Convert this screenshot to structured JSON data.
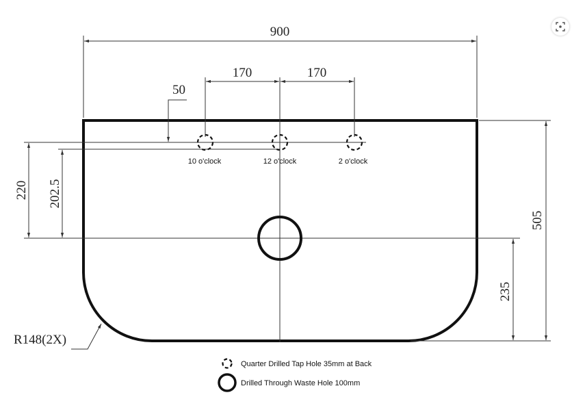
{
  "dimensions": {
    "overall_width": "900",
    "tap_spacing_left": "170",
    "tap_spacing_right": "170",
    "back_offset": "50",
    "tap_to_waste": "220",
    "waste_offset": "202.5",
    "overall_depth": "505",
    "waste_to_front": "235",
    "corner_radius": "R148(2X)"
  },
  "tap_holes": [
    {
      "label": "10 o'clock"
    },
    {
      "label": "12 o'clock"
    },
    {
      "label": "2 o'clock"
    }
  ],
  "legend": {
    "tap_hole": "Quarter Drilled Tap Hole 35mm at Back",
    "waste_hole": "Drilled Through Waste Hole 100mm"
  },
  "icons": {
    "viewer_button": "scan-icon"
  }
}
